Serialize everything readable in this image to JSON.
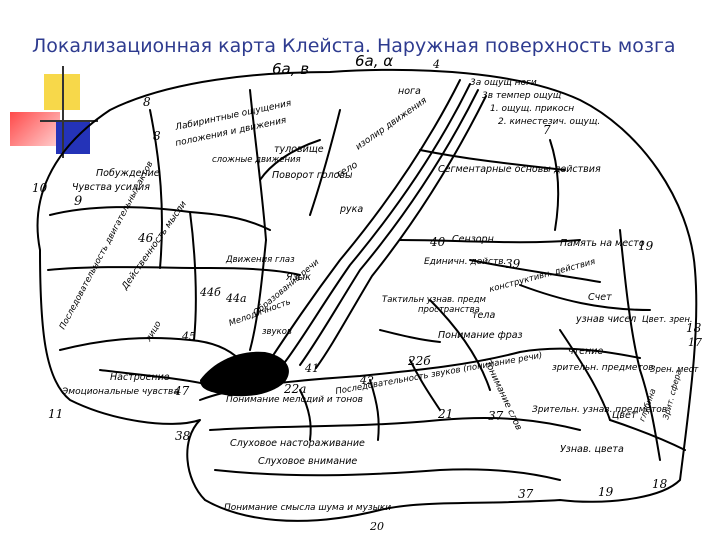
{
  "title": "Локализационная карта Клейста. Наружная поверхность мозга",
  "colors": {
    "title": "#2e3b8f",
    "deco_yellow": "#f7d84a",
    "deco_red": "#ff4a4a",
    "deco_blue": "#2433b8",
    "ink": "#000000"
  },
  "top_labels": {
    "field_6a_b": "6а, в",
    "field_6a_a": "6а, α",
    "field_4": "4"
  },
  "regions": {
    "sensation_legs": "3а ощущ ноги",
    "temperature": "3в темпер ощущ",
    "touch": "1. ощущ. прикосн",
    "kinesthesia": "2. кинестезич. ощущ.",
    "leg": "нога",
    "isolated_movements": "изолир движения",
    "hand": "рука",
    "body": "тело",
    "labyrinth": "Лабиринтные ощущения",
    "body_position": "положения и движения",
    "whole_movements": "туловище",
    "eye_turns": "Поворот головы",
    "complex_movements": "сложные движения",
    "urges": "Побуждение",
    "will_feeling": "Чувства усилия",
    "consequence": "Последовательность двигательных актов",
    "action": "Действенность мысли",
    "eye_movements": "Движения глаз",
    "language": "Язык",
    "mouth": "лицо",
    "facial": "Мелодичность",
    "speech_image": "Образование речи",
    "speech_sounds": "звуков",
    "mood": "Настроение",
    "emotional_feelings": "Эмоциональные чувства",
    "segmental": "Сегментарные основы действия",
    "sensory": "Сензорн",
    "memory": "Память на место",
    "unity": "Единичн. действ.",
    "constructive": "конструктивн. действия",
    "tactile_image": "Тактильн узнав. предм",
    "spatial": "тела",
    "body_image": "пространства",
    "counting": "Счет",
    "number_recognition": "узнав чисел",
    "reading": "чтение",
    "visual": "зрительн. предметов",
    "word_understanding": "Понимание слов",
    "word_phrase": "Понимание фраз",
    "sound_sequence": "Последовательность звуков (понимание речи)",
    "melody_understanding": "Понимание мелодий и тонов",
    "listening": "Слуховое настораживание",
    "auditory_attention": "Слуховое внимание",
    "noise_music": "Понимание смысла шума и музыки",
    "visual_recognition": "Зрительн. узнав. предметов",
    "color_recognition": "Узнав. цвета",
    "color": "Цвет",
    "depth": "глубина",
    "color_visual": "Цвет. зрен.",
    "visual_sphere": "Зрен. мест",
    "red_stop": "Зрит. сфера"
  },
  "field_numbers": {
    "n8a": "8",
    "n8b": "8",
    "n9": "9",
    "n10": "10",
    "n11": "11",
    "n38": "38",
    "n46": "46",
    "n44b": "44б",
    "n45": "45",
    "n44a": "44а",
    "n47": "47",
    "n22a": "22а",
    "n22b": "22б",
    "n41": "41",
    "n42": "42",
    "n40": "40",
    "n39": "39",
    "n21": "21",
    "n37a": "37",
    "n37b": "37",
    "n19a": "19",
    "n19b": "19",
    "n18a": "18",
    "n18b": "18",
    "n17": "17",
    "n7": "7",
    "n20": "20"
  }
}
